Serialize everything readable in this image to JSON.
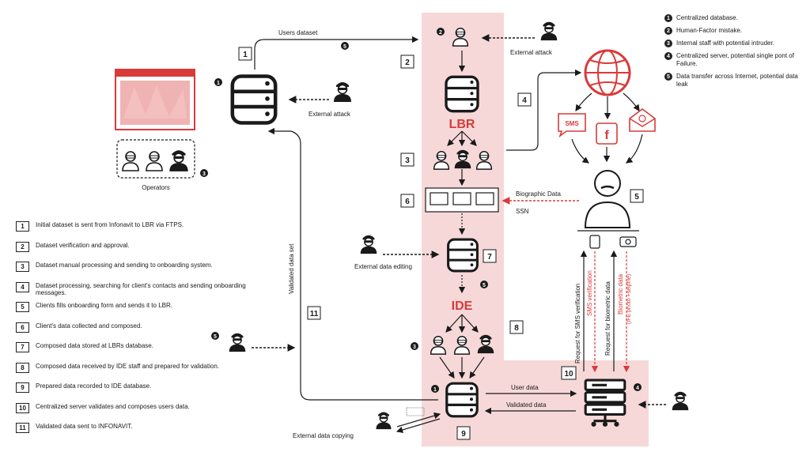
{
  "colors": {
    "accent": "#d93a3a",
    "zone": "#f7d8d8",
    "ink": "#1a1a1a"
  },
  "top_arrow": {
    "label": "Users dataset",
    "step": "1",
    "risk": "5"
  },
  "operators_label": "Operators",
  "operators_risk": "3",
  "db_top_risk": "1",
  "external_attack_1": "External attack",
  "external_attack_2": "External attack",
  "external_data_editing": "External data editing",
  "external_data_copying": "External data copying",
  "lbr_label": "LBR",
  "ide_label": "IDE",
  "channels": {
    "sms": "SMS",
    "facebook": "f"
  },
  "biographic_label": "Biographic Data",
  "ssn_label": "SSN",
  "validated_dataset": "Validated data set",
  "user_data": "User data",
  "validated_data": "Validated data",
  "vertical_labels": {
    "req_sms": "Request for SMS verification",
    "sms_ver": "SMS verification",
    "req_bio": "Request for biometric data",
    "bio_data": "Biometric data",
    "bio_data_sub": "(IFE photo +selphie)"
  },
  "step_numbers": {
    "s2": "2",
    "s3": "3",
    "s4": "4",
    "s5": "5",
    "s6": "6",
    "s7": "7",
    "s8": "8",
    "s9": "9",
    "s10": "10",
    "s11": "11"
  },
  "risk_marks": {
    "r5_left": "5",
    "r3_ide": "3",
    "r1_ide": "1",
    "r4_server": "4",
    "r5_ide": "5"
  },
  "legend": [
    {
      "num": "1",
      "text": "Initial dataset is sent from Infonavit to LBR via FTPS."
    },
    {
      "num": "2",
      "text": "Dataset verification and approval."
    },
    {
      "num": "3",
      "text": "Dataset manual processing and sending to onboarding system."
    },
    {
      "num": "4",
      "text": "Dataset processing, searching for client's contacts and sending onboarding messages."
    },
    {
      "num": "5",
      "text": "Clients fills onboarding form and sends it to LBR."
    },
    {
      "num": "6",
      "text": "Client's data collected and composed."
    },
    {
      "num": "7",
      "text": "Composed data stored at LBRs database."
    },
    {
      "num": "8",
      "text": "Composed data received by IDE staff and prepared for validation."
    },
    {
      "num": "9",
      "text": "Prepared data recorded to IDE database."
    },
    {
      "num": "10",
      "text": "Centralized server validates and composes users data."
    },
    {
      "num": "11",
      "text": "Validated data sent to INFONAVIT."
    }
  ],
  "risks": [
    {
      "num": "1",
      "text": "Centralized database."
    },
    {
      "num": "2",
      "text": "Human-Factor mistake."
    },
    {
      "num": "3",
      "text": "Internal staff with potential intruder."
    },
    {
      "num": "4",
      "text": "Centralized server, potential single pont of Failure."
    },
    {
      "num": "5",
      "text": "Data transfer across Internet, potential data leak"
    }
  ]
}
